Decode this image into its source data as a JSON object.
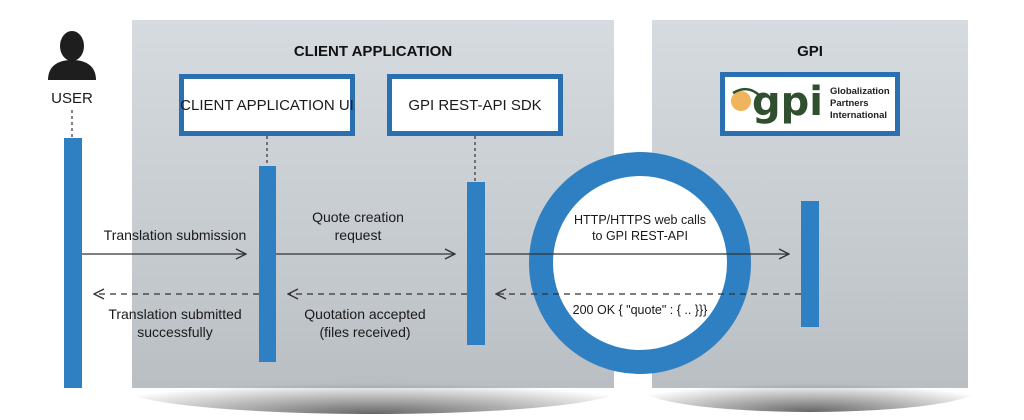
{
  "panels": {
    "client_title": "CLIENT APPLICATION",
    "gpi_title": "GPI"
  },
  "user": {
    "label": "USER"
  },
  "boxes": {
    "client_ui": "CLIENT APPLICATION UI",
    "sdk": "GPI REST-API SDK"
  },
  "logo": {
    "mark": "gpi",
    "line1": "Globalization",
    "line2": "Partners",
    "line3": "International"
  },
  "messages": {
    "translation_submission": "Translation submission",
    "quote_creation_line1": "Quote creation",
    "quote_creation_line2": "request",
    "translation_submitted_line1": "Translation submitted",
    "translation_submitted_line2": "successfully",
    "quotation_accepted_line1": "Quotation accepted",
    "quotation_accepted_line2": "(files received)"
  },
  "ring": {
    "line1": "HTTP/HTTPS web calls",
    "line2": "to GPI REST-API",
    "response": "200 OK { \"quote\" : { .. }}}"
  },
  "colors": {
    "lifeline_blue": "#2f80c2",
    "box_border": "#2a6fb0",
    "panel_gray": "#d4d9de",
    "logo_orange": "#f0b45c"
  }
}
